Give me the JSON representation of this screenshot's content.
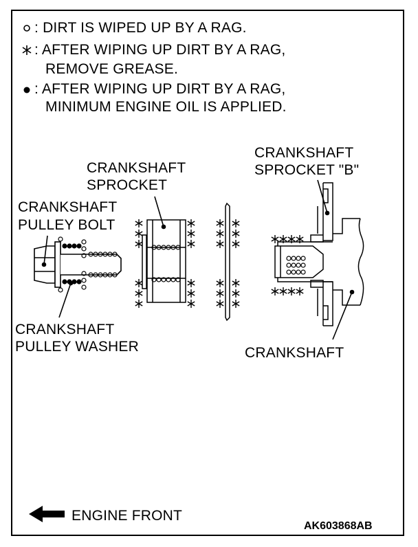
{
  "legend": {
    "items": [
      {
        "symbol": "open-circle",
        "text": ": DIRT IS WIPED UP BY A RAG."
      },
      {
        "symbol": "asterisk",
        "text": ": AFTER WIPING UP DIRT BY A RAG,",
        "text2": "REMOVE GREASE."
      },
      {
        "symbol": "filled-circle",
        "text": ": AFTER WIPING UP DIRT BY A RAG,",
        "text2": "MINIMUM ENGINE OIL IS APPLIED."
      }
    ]
  },
  "labels": {
    "sprocket_b_1": "CRANKSHAFT",
    "sprocket_b_2": "SPROCKET \"B\"",
    "sprocket_1": "CRANKSHAFT",
    "sprocket_2": "SPROCKET",
    "bolt_1": "CRANKSHAFT",
    "bolt_2": "PULLEY BOLT",
    "washer_1": "CRANKSHAFT",
    "washer_2": "PULLEY WASHER",
    "crankshaft": "CRANKSHAFT"
  },
  "footer": {
    "engine_front": "ENGINE FRONT",
    "code": "AK603868AB"
  }
}
